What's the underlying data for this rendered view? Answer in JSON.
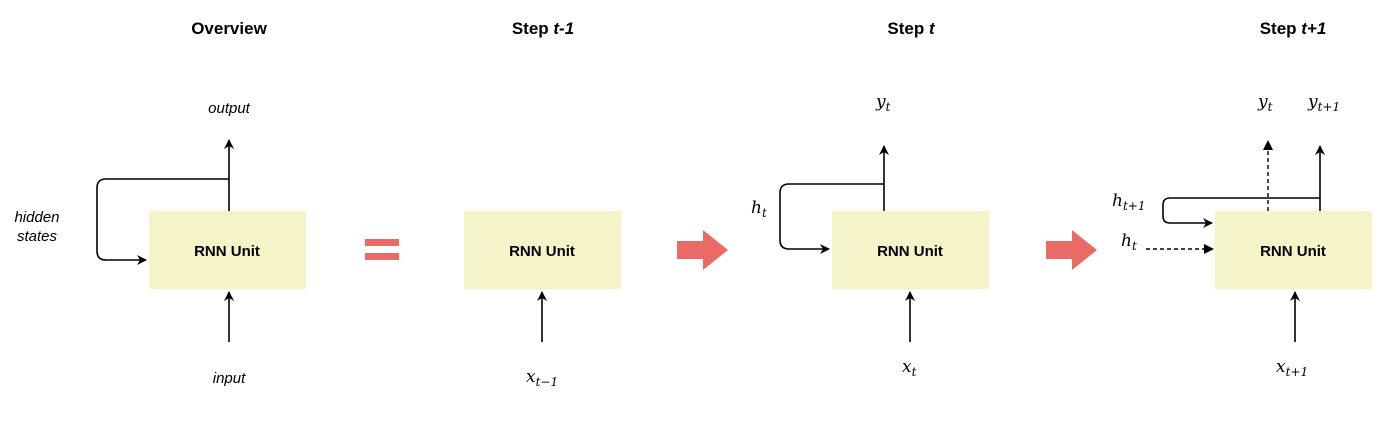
{
  "panels": {
    "overview": {
      "heading": "Overview",
      "unit": "RNN Unit",
      "output": "output",
      "input": "input",
      "hidden_line1": "hidden",
      "hidden_line2": "states"
    },
    "step_prev": {
      "heading_prefix": "Step ",
      "heading_var": "t-1",
      "unit": "RNN Unit",
      "x_base": "x",
      "x_sub": "t−1"
    },
    "step_t": {
      "heading_prefix": "Step ",
      "heading_var": "t",
      "unit": "RNN Unit",
      "y_base": "y",
      "y_sub": "t",
      "h_base": "h",
      "h_sub": "t",
      "x_base": "x",
      "x_sub": "t"
    },
    "step_next": {
      "heading_prefix": "Step ",
      "heading_var": "t+1",
      "unit": "RNN Unit",
      "y1_base": "y",
      "y1_sub": "t",
      "y2_base": "y",
      "y2_sub": "t+1",
      "hnext_base": "h",
      "hnext_sub": "t+1",
      "hin_base": "h",
      "hin_sub": "t",
      "x_base": "x",
      "x_sub": "t+1"
    }
  },
  "colors": {
    "box_fill": "#f5f3c8",
    "connector_red": "#ea6b66",
    "line": "#000000"
  }
}
